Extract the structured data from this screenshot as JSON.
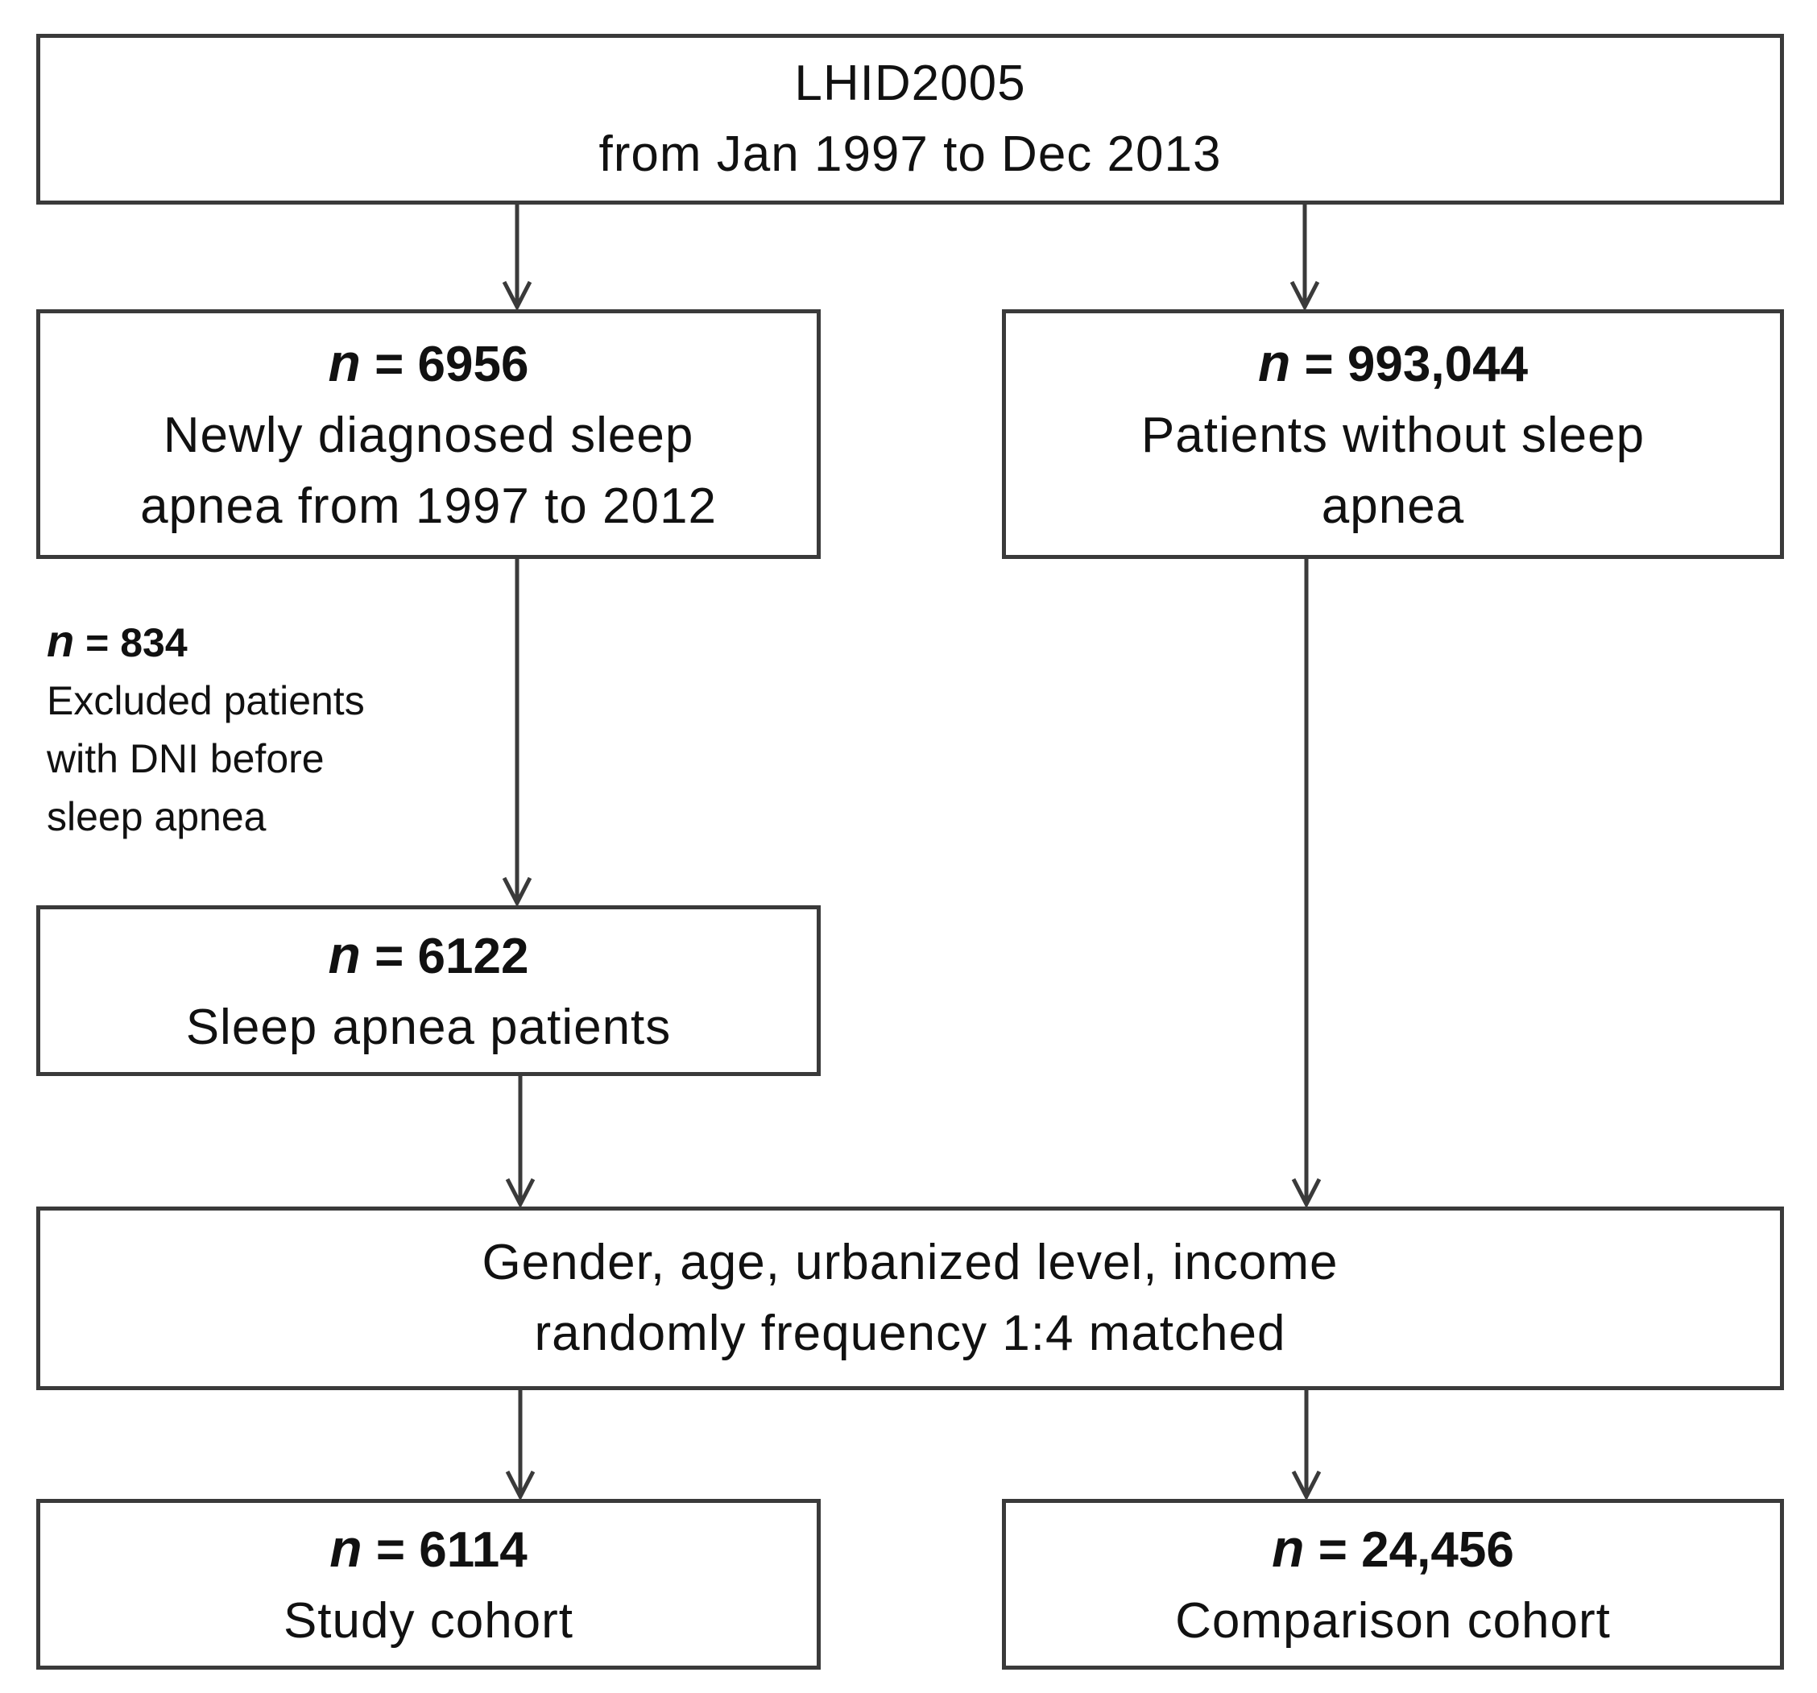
{
  "source": {
    "lines": [
      "LHID2005",
      "from Jan 1997 to Dec 2013"
    ]
  },
  "sleep_apnea": {
    "n_label": "n",
    "n_value": "= 6956",
    "lines": [
      "Newly diagnosed sleep",
      "apnea from 1997 to 2012"
    ]
  },
  "without_apnea": {
    "n_label": "n",
    "n_value": "= 993,044",
    "lines": [
      "Patients without sleep",
      "apnea"
    ]
  },
  "excluded": {
    "n_label": "n",
    "n_value": "= 834",
    "lines": [
      "Excluded patients",
      "with DNI before",
      "sleep apnea"
    ]
  },
  "apnea_patients": {
    "n_label": "n",
    "n_value": "= 6122",
    "lines": [
      "Sleep apnea patients"
    ]
  },
  "matching": {
    "lines": [
      "Gender, age, urbanized level, income",
      "randomly frequency 1:4 matched"
    ]
  },
  "study_cohort": {
    "n_label": "n",
    "n_value": "= 6114",
    "lines": [
      "Study cohort"
    ]
  },
  "comparison_cohort": {
    "n_label": "n",
    "n_value": "= 24,456",
    "lines": [
      "Comparison cohort"
    ]
  },
  "colors": {
    "stroke": "#3a3a3a",
    "text": "#111111",
    "background": "#ffffff"
  }
}
